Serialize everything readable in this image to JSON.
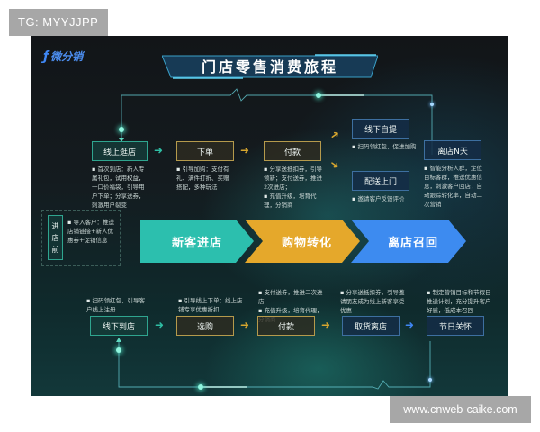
{
  "watermarks": {
    "top": "TG: MYYJJPP",
    "bottom": "www.cnweb-caike.com"
  },
  "logo": {
    "icon": "brand-f-icon",
    "text": "微分销"
  },
  "title": "门店零售消费旅程",
  "colors": {
    "teal": "#2fbfa5",
    "gold": "#e0a92e",
    "blue": "#3f87f5",
    "background": "#131a1e"
  },
  "pre_store": {
    "label": "进\n店\n前",
    "label_chars": [
      "进",
      "店",
      "前"
    ],
    "desc": "导入客户：推送店铺链接+新人优惠券+促销信息"
  },
  "stages": [
    {
      "label": "新客进店",
      "color": "#2cbfae"
    },
    {
      "label": "购物转化",
      "color": "#e5a82b"
    },
    {
      "label": "离店召回",
      "color": "#3d8bf0"
    }
  ],
  "top_flow": {
    "steps": [
      {
        "label": "线上逛店",
        "style": "teal",
        "desc": [
          "首次到店：新人专属礼包，试用权益，一口价福袋，引导用户下单；分享送券，刺激用户裂变"
        ]
      },
      {
        "label": "下单",
        "style": "gold",
        "desc": [
          "引导加购：支付有礼、满件打折、买赠搭配，多种玩法"
        ]
      },
      {
        "label": "付款",
        "style": "gold",
        "desc": [
          "分享送抵扣券，引导领新；支付送券，推进2次进店；",
          "充值升级，培育代理，分销商"
        ]
      },
      {
        "label": "线下自提",
        "style": "blue",
        "desc": [
          "扫码领红包，促进加购"
        ]
      },
      {
        "label": "配送上门",
        "style": "blue",
        "desc": [
          "邀请客户反馈评价"
        ]
      },
      {
        "label": "离店N天",
        "style": "blue",
        "desc": [
          "智能分析人群，定位目标客群，推送优惠信息，刺激客户回店，自动跟踪转化率，自动二次营销"
        ]
      }
    ]
  },
  "bottom_flow": {
    "steps": [
      {
        "label": "线下到店",
        "style": "teal",
        "desc": [
          "扫码领红包，引导客户线上注册"
        ]
      },
      {
        "label": "选购",
        "style": "gold",
        "desc": [
          "引导线上下单：线上店铺专享优惠折扣"
        ]
      },
      {
        "label": "付款",
        "style": "gold",
        "desc": [
          "支付送券，推进二次进店",
          "充值升级，培育代理，分销商"
        ]
      },
      {
        "label": "取货离店",
        "style": "blue",
        "desc": [
          "分享送抵扣券，引导邀请朋友成为线上新客享受优惠"
        ]
      },
      {
        "label": "节日关怀",
        "style": "blue",
        "desc": [
          "制定营销目标和节假日推送计划，充分提升客户好感，低成本召回"
        ]
      }
    ]
  }
}
